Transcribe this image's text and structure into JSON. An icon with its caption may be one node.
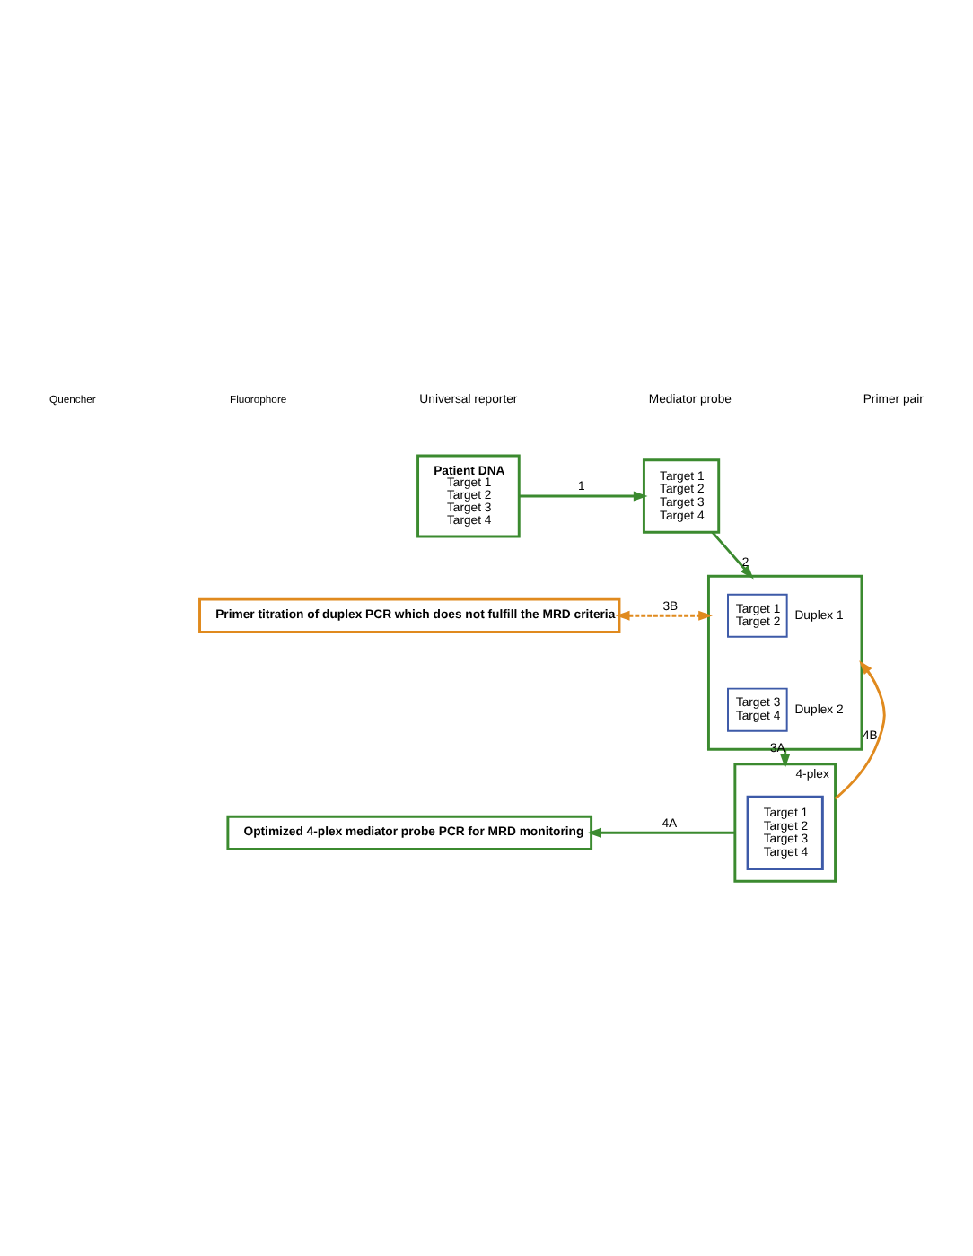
{
  "diagram": {
    "nodes": [
      {
        "text": [
          "Patient DNA",
          "Target 1",
          "Target 2",
          "Target 3",
          "Target 4"
        ]
      },
      {
        "text": [
          "Target 1",
          "Target 2",
          "Target 3",
          "Target 4"
        ]
      },
      {
        "text": [
          "Primer titration of duplex PCR which does not fulfill the MRD criteria"
        ]
      },
      {
        "text": [],
        "shape": "box"
      },
      {
        "text": [
          "Target 1",
          "Target 2"
        ],
        "in": 3,
        "beside": [
          "Duplex 1"
        ]
      },
      {
        "text": [
          "Target 3",
          "Target 4"
        ],
        "in": 3,
        "beside": [
          "Duplex 2"
        ]
      },
      {
        "text": [
          "4-plex"
        ]
      },
      {
        "text": [
          "Target 1",
          "Target 2",
          "Target 3",
          "Target 4"
        ],
        "in": 6
      },
      {
        "text": [
          "Optimized 4-plex mediator probe PCR for MRD monitoring"
        ]
      }
    ],
    "edges": [
      {
        "from": 0,
        "to": 1,
        "arrow": "to",
        "label": "1"
      },
      {
        "from": 1,
        "to": 3,
        "arrow": "to",
        "label": "2"
      },
      {
        "from": 2,
        "to": 3,
        "arrow": "both",
        "label": "3B",
        "style": "dashed",
        "color": "#e08a1e"
      },
      {
        "from": 3,
        "to": 6,
        "arrow": "to",
        "label": "3A"
      },
      {
        "from": 6,
        "to": 3,
        "arrow": "to",
        "label": "4B",
        "color": "#e08a1e"
      },
      {
        "from": 6,
        "to": 8,
        "arrow": "to",
        "label": "4A"
      }
    ],
    "labels": [
      "Quencher",
      "Fluorophore"
    ],
    "legend": [
      {
        "text": "Universal reporter"
      },
      {
        "text": "Mediator probe"
      },
      {
        "text": "Primer pair"
      }
    ]
  }
}
